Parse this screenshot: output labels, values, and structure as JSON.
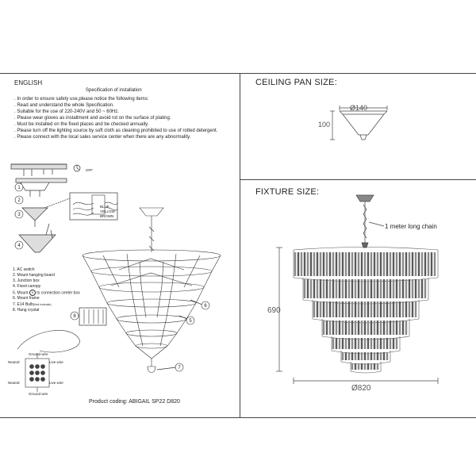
{
  "left": {
    "lang": "ENGLISH",
    "spec_title": "Specification of installation",
    "instructions": [
      ". In order to ensure safety use,please notice the following items:",
      ". Read and understand the whole Specification.",
      ". Suitable for the use of 220-240V and 50 ~ 60Hz.",
      ". Please wear gloves as installment and avoid rot on the surface of plating.",
      ". Must be installed on the fixed places and be checked annually.",
      ". Please turn off the lighting source by soft cloth as cleaning prohibited to use of rotted detergent.",
      ". Please connect with the local sales service center when there are any abnormality."
    ],
    "off_label": "OFF",
    "wire_colors": [
      "BLUE",
      "YELLOW",
      "BROWN"
    ],
    "parts": [
      "1. AC switch",
      "2. Mount hanging board",
      "3. Junction box",
      "4. Fixed canopy",
      "5. Mount",
      "6. Mount frame",
      "7. E14 Bulb",
      "8. Hang crystal"
    ],
    "part5_suffix": "to connection center box",
    "part7_note": "(Not include)",
    "step_numbers": [
      "1",
      "2",
      "3",
      "4"
    ],
    "callouts": [
      "6",
      "5",
      "7",
      "8"
    ],
    "wiring": {
      "ground_top": "Ground wire",
      "neutral_top": "Neutral",
      "live_top": "Live wire",
      "neutral_bottom": "Neutral",
      "live_bottom": "Live wire",
      "ground_bottom": "Ground wire"
    },
    "product_coding": "Product coding:  ABIGAIL SP22 D820"
  },
  "right": {
    "ceiling_pan_title": "CEILING PAN SIZE:",
    "pan_diameter": "Ø140",
    "pan_height": "100",
    "fixture_title": "FIXTURE SIZE:",
    "chain_note": "1 meter long chain",
    "fixture_height": "690",
    "fixture_diameter": "Ø820"
  },
  "colors": {
    "line": "#333333",
    "text": "#222222",
    "crystal": "#4a4a4a"
  }
}
